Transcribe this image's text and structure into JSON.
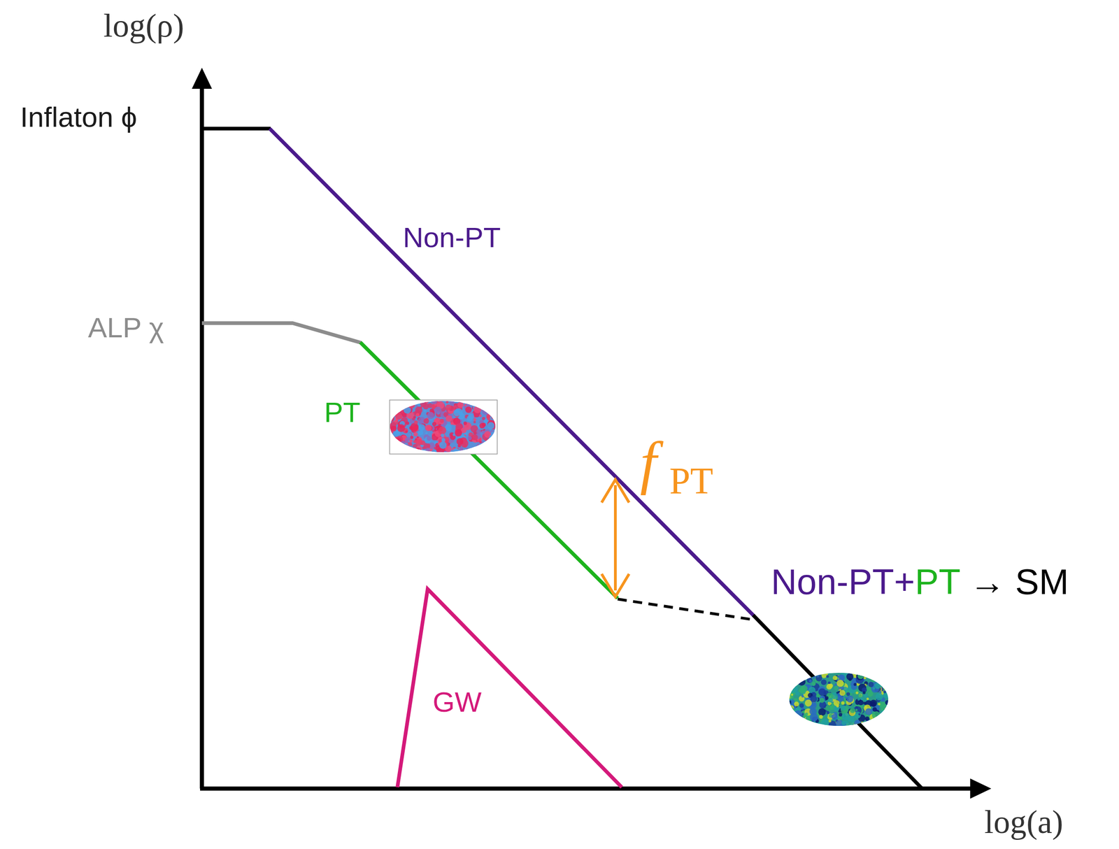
{
  "diagram": {
    "labels": [
      "log(ρ)",
      "log(a)",
      "Inflaton ϕ",
      "ALP χ",
      "Non-PT",
      "PT",
      "f",
      "PT",
      "Non-PT+",
      "PT",
      "→ SM",
      "GW"
    ]
  }
}
